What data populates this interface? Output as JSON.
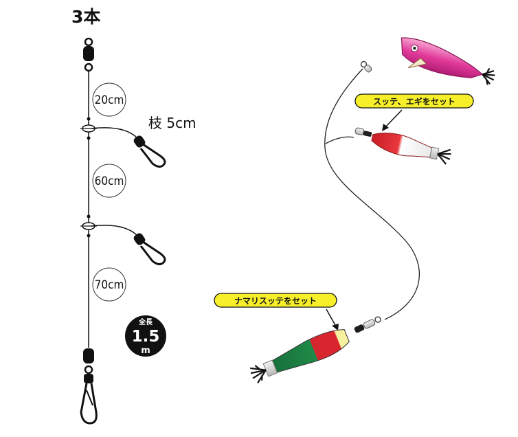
{
  "diagram": {
    "title": "3本",
    "segments": [
      "20cm",
      "60cm",
      "70cm"
    ],
    "branch_label": "枝 5cm",
    "total_length": {
      "label": "全長",
      "value": "1.5",
      "unit": "m"
    },
    "callouts": [
      "スッテ、エギをセット",
      "ナマリスッテをセット"
    ],
    "colors": {
      "callout_fill": "#f6ef2a",
      "egi_pink": "#e23a9a",
      "sinker_red": "#d8262e",
      "sinker_green": "#1f8a48",
      "line": "#222222"
    }
  }
}
